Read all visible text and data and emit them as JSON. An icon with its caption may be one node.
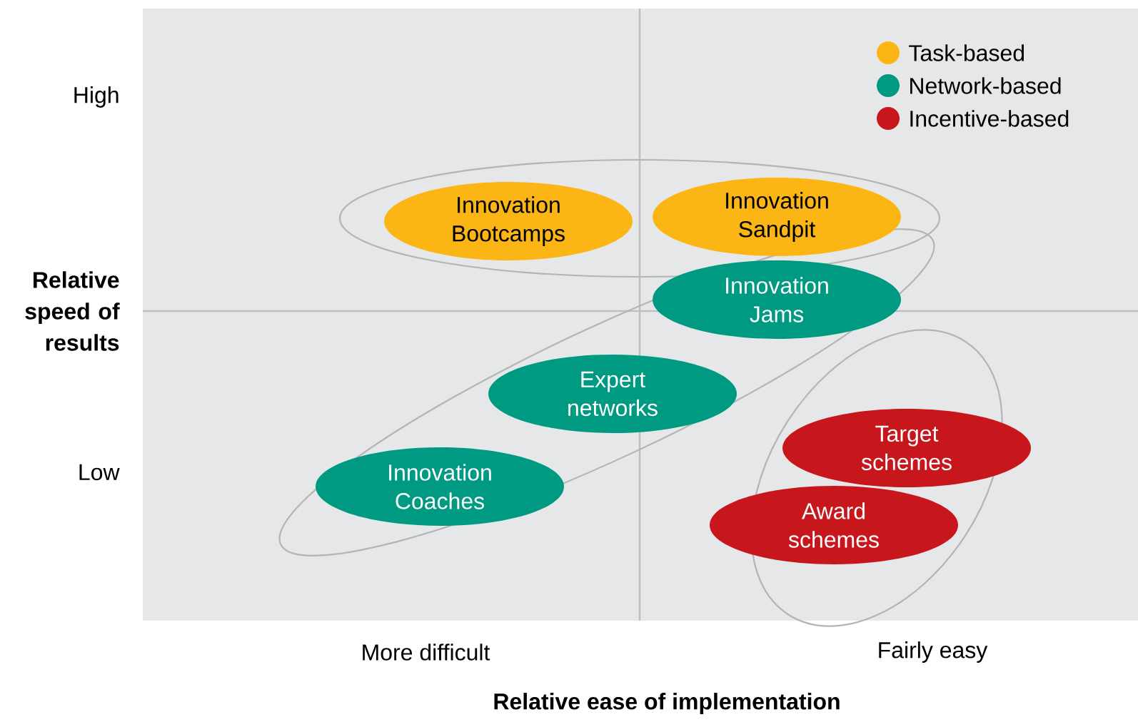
{
  "diagram": {
    "nodes": [
      {
        "text": [
          "Innovation Bootcamps"
        ]
      },
      {
        "text": [
          "Innovation Sandpit"
        ]
      },
      {
        "text": [
          "Innovation Jams"
        ]
      },
      {
        "text": [
          "Expert networks"
        ]
      },
      {
        "text": [
          "Innovation Coaches"
        ]
      },
      {
        "text": [
          "Target schemes"
        ]
      },
      {
        "text": [
          "Award schemes"
        ]
      }
    ],
    "labels": [
      "High",
      "Low",
      "Relative speed of results",
      "More difficult",
      "Fairly easy",
      "Relative ease of implementation"
    ],
    "legend": [
      {
        "text": "Task-based",
        "color": "#fbb616"
      },
      {
        "text": "Network-based",
        "color": "#009a82"
      },
      {
        "text": "Incentive-based",
        "color": "#c8161d"
      }
    ]
  }
}
